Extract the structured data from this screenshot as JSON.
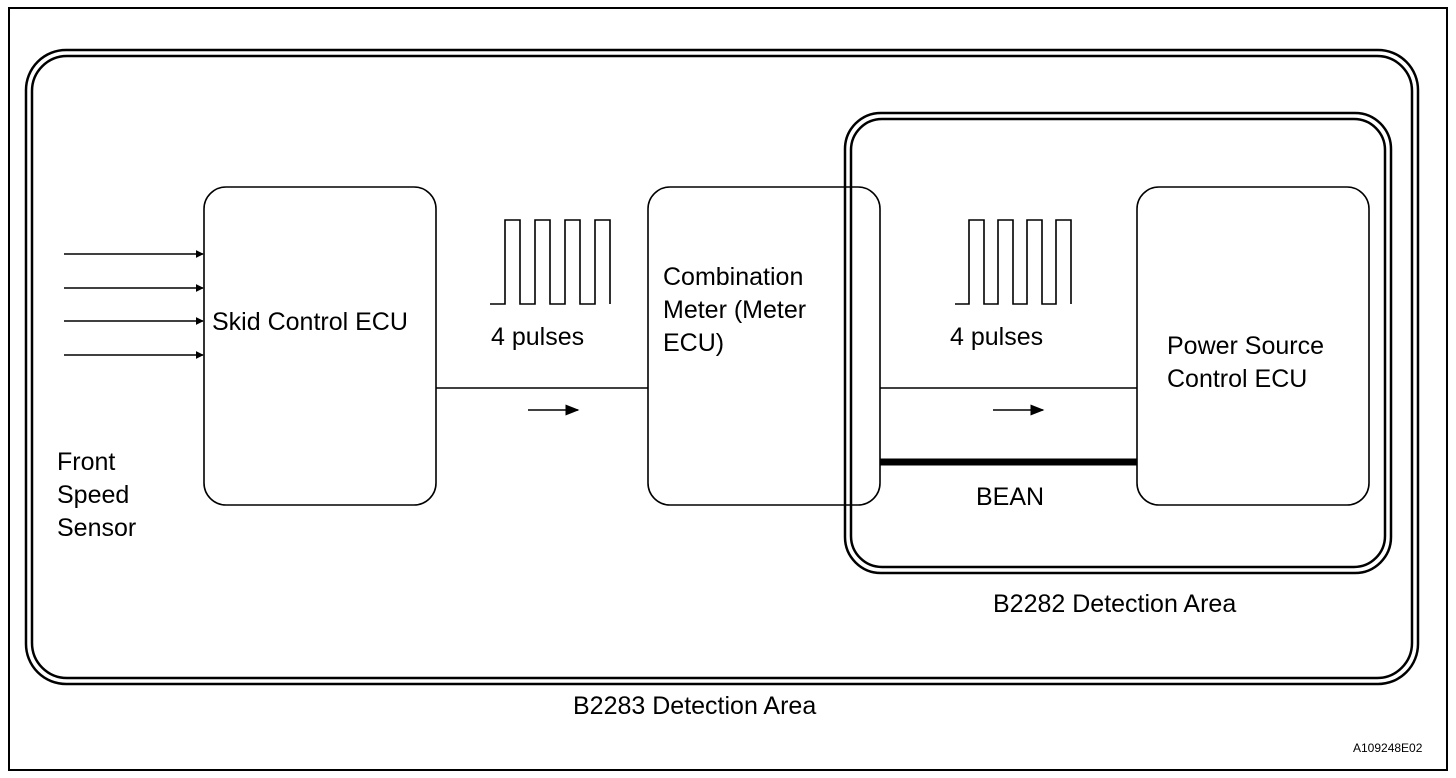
{
  "boxes": {
    "skid": "Skid Control ECU",
    "meter": {
      "line1": "Combination",
      "line2": "Meter (Meter",
      "line3": "ECU)"
    },
    "power": {
      "line1": "Power Source",
      "line2": "Control ECU"
    }
  },
  "sensor": {
    "line1": "Front",
    "line2": "Speed",
    "line3": "Sensor"
  },
  "signals": {
    "pulses_left": "4 pulses",
    "pulses_right": "4 pulses",
    "bus": "BEAN"
  },
  "areas": {
    "b2282": "B2282 Detection Area",
    "b2283": "B2283 Detection Area"
  },
  "figure_code": "A109248E02"
}
